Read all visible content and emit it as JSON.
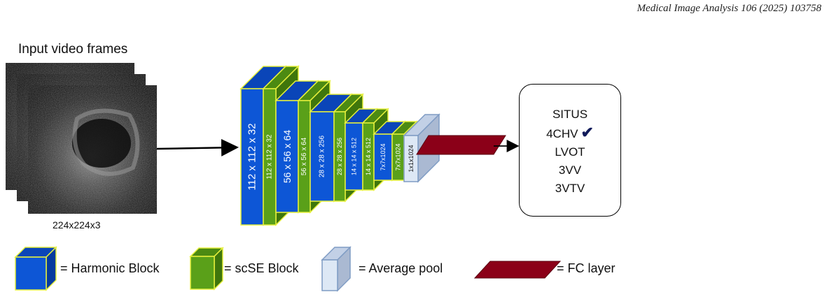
{
  "header": {
    "journal": "Medical Image Analysis 106 (2025) 103758"
  },
  "input": {
    "title": "Input video frames",
    "dims": "224x224x3"
  },
  "blocks": [
    {
      "type": "harmonic",
      "label": "112 x 112 x 32"
    },
    {
      "type": "scse",
      "label": "112 x 112 x 32"
    },
    {
      "type": "harmonic",
      "label": "56 x 56 x 64"
    },
    {
      "type": "scse",
      "label": "56 x 56 x 64"
    },
    {
      "type": "harmonic",
      "label": "28 x 28 x 256"
    },
    {
      "type": "scse",
      "label": "28 x 28 x 256"
    },
    {
      "type": "harmonic",
      "label": "14 x 14 x 512"
    },
    {
      "type": "scse",
      "label": "14 x 14 x 512"
    },
    {
      "type": "harmonic",
      "label": "7x7x1024"
    },
    {
      "type": "scse",
      "label": "7x7x1024"
    },
    {
      "type": "pool",
      "label": "1x1x1024"
    }
  ],
  "classes": [
    "SITUS",
    "4CHV",
    "LVOT",
    "3VV",
    "3VTV"
  ],
  "selected_class": "4CHV",
  "check_glyph": "✔",
  "legend": {
    "harmonic": "= Harmonic Block",
    "scse": "= scSE Block",
    "pool": "= Average pool",
    "fc": "= FC layer"
  },
  "colors": {
    "harmonic_front": "#0d56d6",
    "harmonic_top": "#0a45b8",
    "harmonic_side": "#063a9e",
    "scse_front": "#5aa019",
    "scse_top": "#4c8a12",
    "scse_side": "#3f760c",
    "pool_front": "#dde8f5",
    "pool_top": "#c2d0e6",
    "pool_side": "#aab9d2",
    "edge": "#e6f03c",
    "pool_edge": "#7f9cc4",
    "fc": "#8b0018"
  }
}
